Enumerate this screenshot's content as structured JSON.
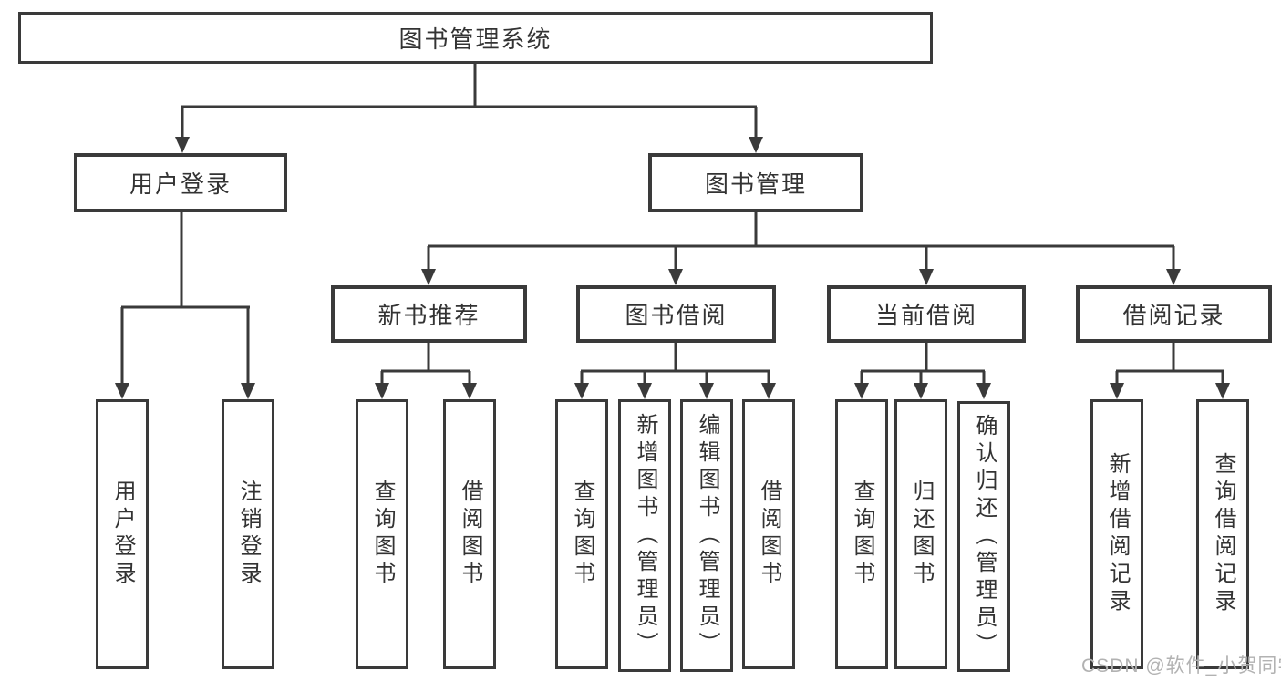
{
  "diagram": {
    "root_label": "图书管理系统",
    "level2": {
      "user_login": "用户登录",
      "book_management": "图书管理"
    },
    "level3": {
      "new_book_recommend": "新书推荐",
      "book_borrow": "图书借阅",
      "current_borrow": "当前借阅",
      "borrow_record": "借阅记录"
    },
    "leaves": {
      "user_login_leaf": "用户登录",
      "logout_leaf": "注销登录",
      "recommend_query_books": "查询图书",
      "recommend_borrow_books": "借阅图书",
      "borrow_query_books": "查询图书",
      "borrow_add_books": "新增图书（管理员）",
      "borrow_edit_books": "编辑图书（管理员）",
      "borrow_borrow_books": "借阅图书",
      "current_query_books": "查询图书",
      "current_return_books": "归还图书",
      "current_confirm_return": "确认归还（管理员）",
      "record_add_record": "新增借阅记录",
      "record_query_record": "查询借阅记录"
    }
  },
  "watermark": {
    "text": "CSDN @软件_小贺同学"
  },
  "colors": {
    "line": "#3a3a3a",
    "text": "#333333",
    "background": "#ffffff",
    "watermark": "#b2b2b2"
  }
}
